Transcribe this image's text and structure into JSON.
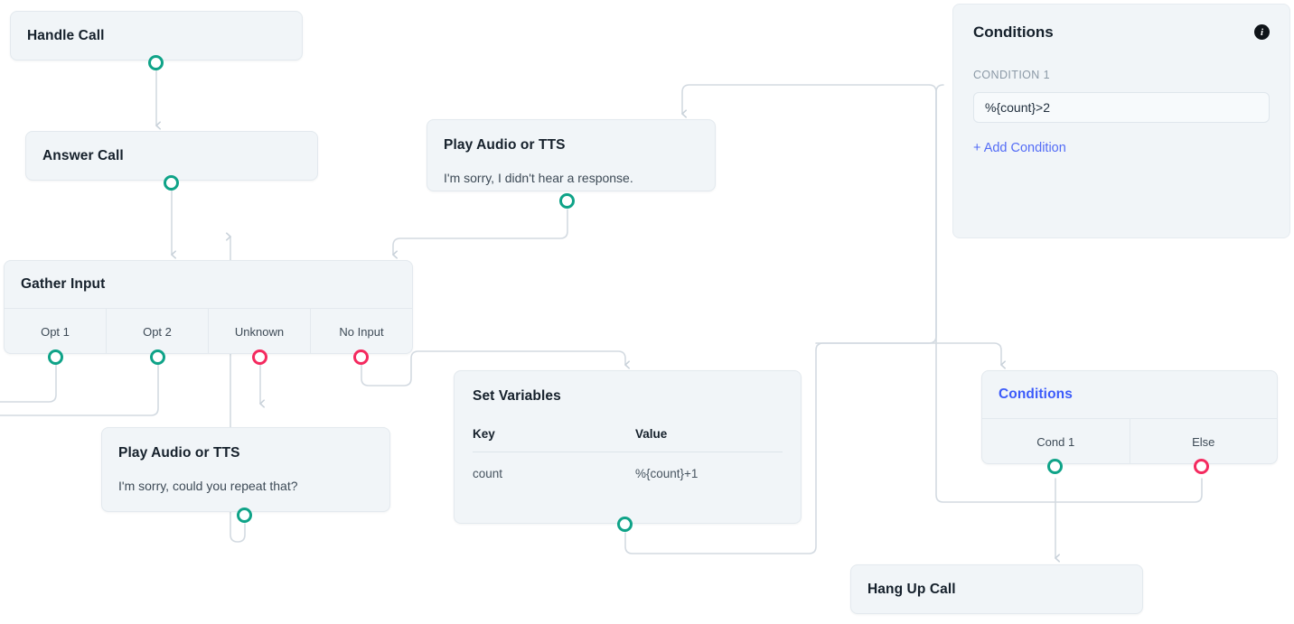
{
  "canvas": {
    "edge_color": "#d3dae1",
    "port_positive_color": "#0fa388",
    "port_negative_color": "#f42a5f",
    "node_bg": "#f1f5f8"
  },
  "nodes": {
    "handle_call": {
      "title": "Handle Call"
    },
    "answer_call": {
      "title": "Answer Call"
    },
    "gather_input": {
      "title": "Gather Input",
      "ports": [
        {
          "label": "Opt 1",
          "kind": "positive"
        },
        {
          "label": "Opt 2",
          "kind": "positive"
        },
        {
          "label": "Unknown",
          "kind": "negative"
        },
        {
          "label": "No Input",
          "kind": "negative"
        }
      ]
    },
    "play_audio_no_input": {
      "title": "Play Audio or TTS",
      "message": "I'm sorry, I didn't hear a response."
    },
    "play_audio_unknown": {
      "title": "Play Audio or TTS",
      "message": "I'm sorry, could you repeat that?"
    },
    "set_variables": {
      "title": "Set Variables",
      "columns": [
        "Key",
        "Value"
      ],
      "rows": [
        {
          "key": "count",
          "value": "%{count}+1"
        }
      ]
    },
    "conditions_node": {
      "title": "Conditions",
      "ports": [
        {
          "label": "Cond 1",
          "kind": "positive"
        },
        {
          "label": "Else",
          "kind": "negative"
        }
      ]
    },
    "hang_up_call": {
      "title": "Hang Up Call"
    }
  },
  "panel": {
    "title": "Conditions",
    "info_icon": "info-icon",
    "condition_label": "CONDITION 1",
    "condition_value": "%{count}>2",
    "add_condition_label": "+ Add Condition"
  }
}
